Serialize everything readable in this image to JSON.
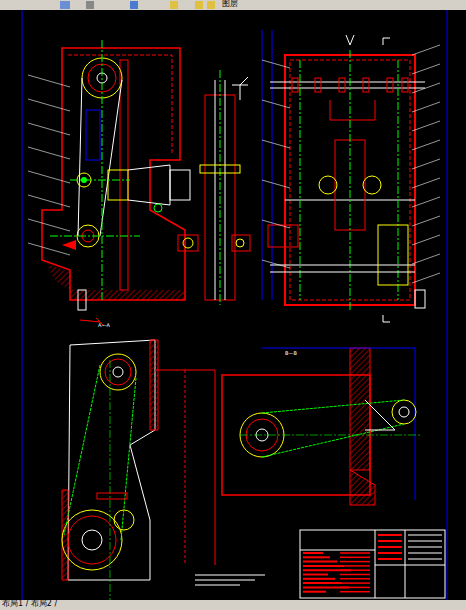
{
  "diagram": {
    "labels": [
      "图层",
      "A—A",
      "B—B",
      "布局1 / 布局2 /"
    ]
  }
}
